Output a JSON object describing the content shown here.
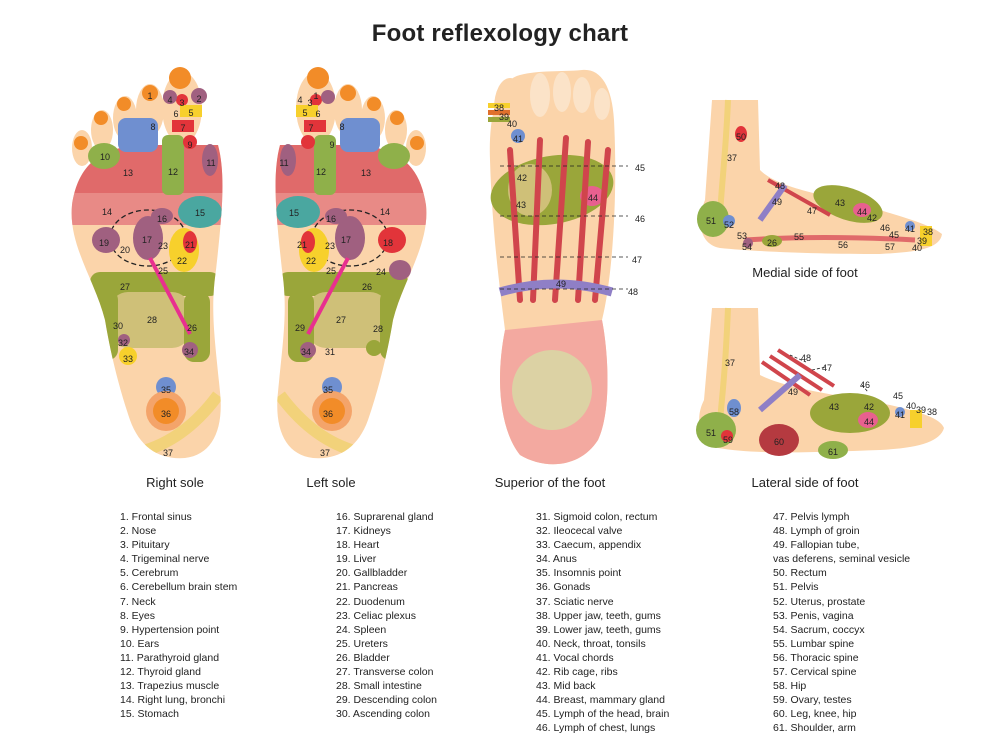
{
  "title": "Foot reflexology chart",
  "captions": {
    "right_sole": "Right sole",
    "left_sole": "Left sole",
    "superior": "Superior of the foot",
    "medial": "Medial side of foot",
    "lateral": "Lateral side of foot"
  },
  "legend": [
    [
      "1. Frontal sinus",
      "2. Nose",
      "3. Pituitary",
      "4. Trigeminal nerve",
      "5. Cerebrum",
      "6. Cerebellum brain stem",
      "7. Neck",
      "8. Eyes",
      "9. Hypertension point",
      "10. Ears",
      "11. Parathyroid gland",
      "12. Thyroid gland",
      "13. Trapezius muscle",
      "14. Right lung, bronchi",
      "15. Stomach"
    ],
    [
      "16. Suprarenal gland",
      "17. Kidneys",
      "18. Heart",
      "19. Liver",
      "20. Gallbladder",
      "21. Pancreas",
      "22. Duodenum",
      "23. Celiac plexus",
      "24. Spleen",
      "25. Ureters",
      "26. Bladder",
      "27. Transverse colon",
      "28. Small intestine",
      "29. Descending colon",
      "30. Ascending colon"
    ],
    [
      "31. Sigmoid colon, rectum",
      "32. Ileocecal valve",
      "33. Caecum, appendix",
      "34. Anus",
      "35. Insomnis point",
      "36. Gonads",
      "37. Sciatic nerve",
      "38. Upper jaw, teeth, gums",
      "39. Lower jaw, teeth, gums",
      "40. Neck, throat, tonsils",
      "41. Vocal chords",
      "42. Rib cage, ribs",
      "43. Mid back",
      "44. Breast, mammary gland",
      "45. Lymph of the head, brain",
      "46. Lymph of chest, lungs"
    ],
    [
      "47. Pelvis lymph",
      "48. Lymph of groin",
      "49. Fallopian tube,",
      "vas deferens, seminal vesicle",
      "50. Rectum",
      "51. Pelvis",
      "52. Uterus, prostate",
      "53. Penis, vagina",
      "54. Sacrum, coccyx",
      "55. Lumbar spine",
      "56. Thoracic spine",
      "57. Cervical spine",
      "58. Hip",
      "59. Ovary, testes",
      "60. Leg, knee, hip",
      "61. Shoulder, arm"
    ]
  ],
  "labels": {
    "right_sole": [
      "1",
      "2",
      "3",
      "4",
      "5",
      "6",
      "7",
      "8",
      "9",
      "10",
      "11",
      "12",
      "13",
      "14",
      "15",
      "16",
      "17",
      "19",
      "20",
      "21",
      "22",
      "23",
      "25",
      "27",
      "28",
      "30",
      "26",
      "32",
      "33",
      "34",
      "35",
      "36",
      "37"
    ],
    "left_sole": [
      "1",
      "3",
      "4",
      "5",
      "6",
      "7",
      "8",
      "9",
      "11",
      "12",
      "13",
      "14",
      "15",
      "16",
      "17",
      "18",
      "21",
      "22",
      "23",
      "24",
      "25",
      "26",
      "27",
      "28",
      "29",
      "31",
      "34",
      "35",
      "36",
      "37"
    ],
    "superior": [
      "38",
      "39",
      "40",
      "41",
      "42",
      "43",
      "44",
      "49",
      "45",
      "46",
      "47",
      "48"
    ],
    "medial": [
      "50",
      "37",
      "48",
      "49",
      "47",
      "43",
      "44",
      "42",
      "41",
      "38",
      "39",
      "40",
      "46",
      "45",
      "51",
      "52",
      "53",
      "54",
      "26",
      "55",
      "56",
      "57"
    ],
    "lateral": [
      "37",
      "48",
      "47",
      "49",
      "46",
      "45",
      "40",
      "39",
      "38",
      "43",
      "42",
      "44",
      "41",
      "58",
      "51",
      "59",
      "60",
      "61"
    ]
  },
  "colors": {
    "skin": "#fbd4aa",
    "zone_red": "#e06a6a",
    "zone_olive": "#9aa63a",
    "zone_khaki": "#cfc078",
    "zone_orange": "#f28c28",
    "zone_yellow": "#f7d02c",
    "zone_purple": "#a06080",
    "zone_blue": "#6f8fd0",
    "zone_pink": "#e8608f"
  }
}
